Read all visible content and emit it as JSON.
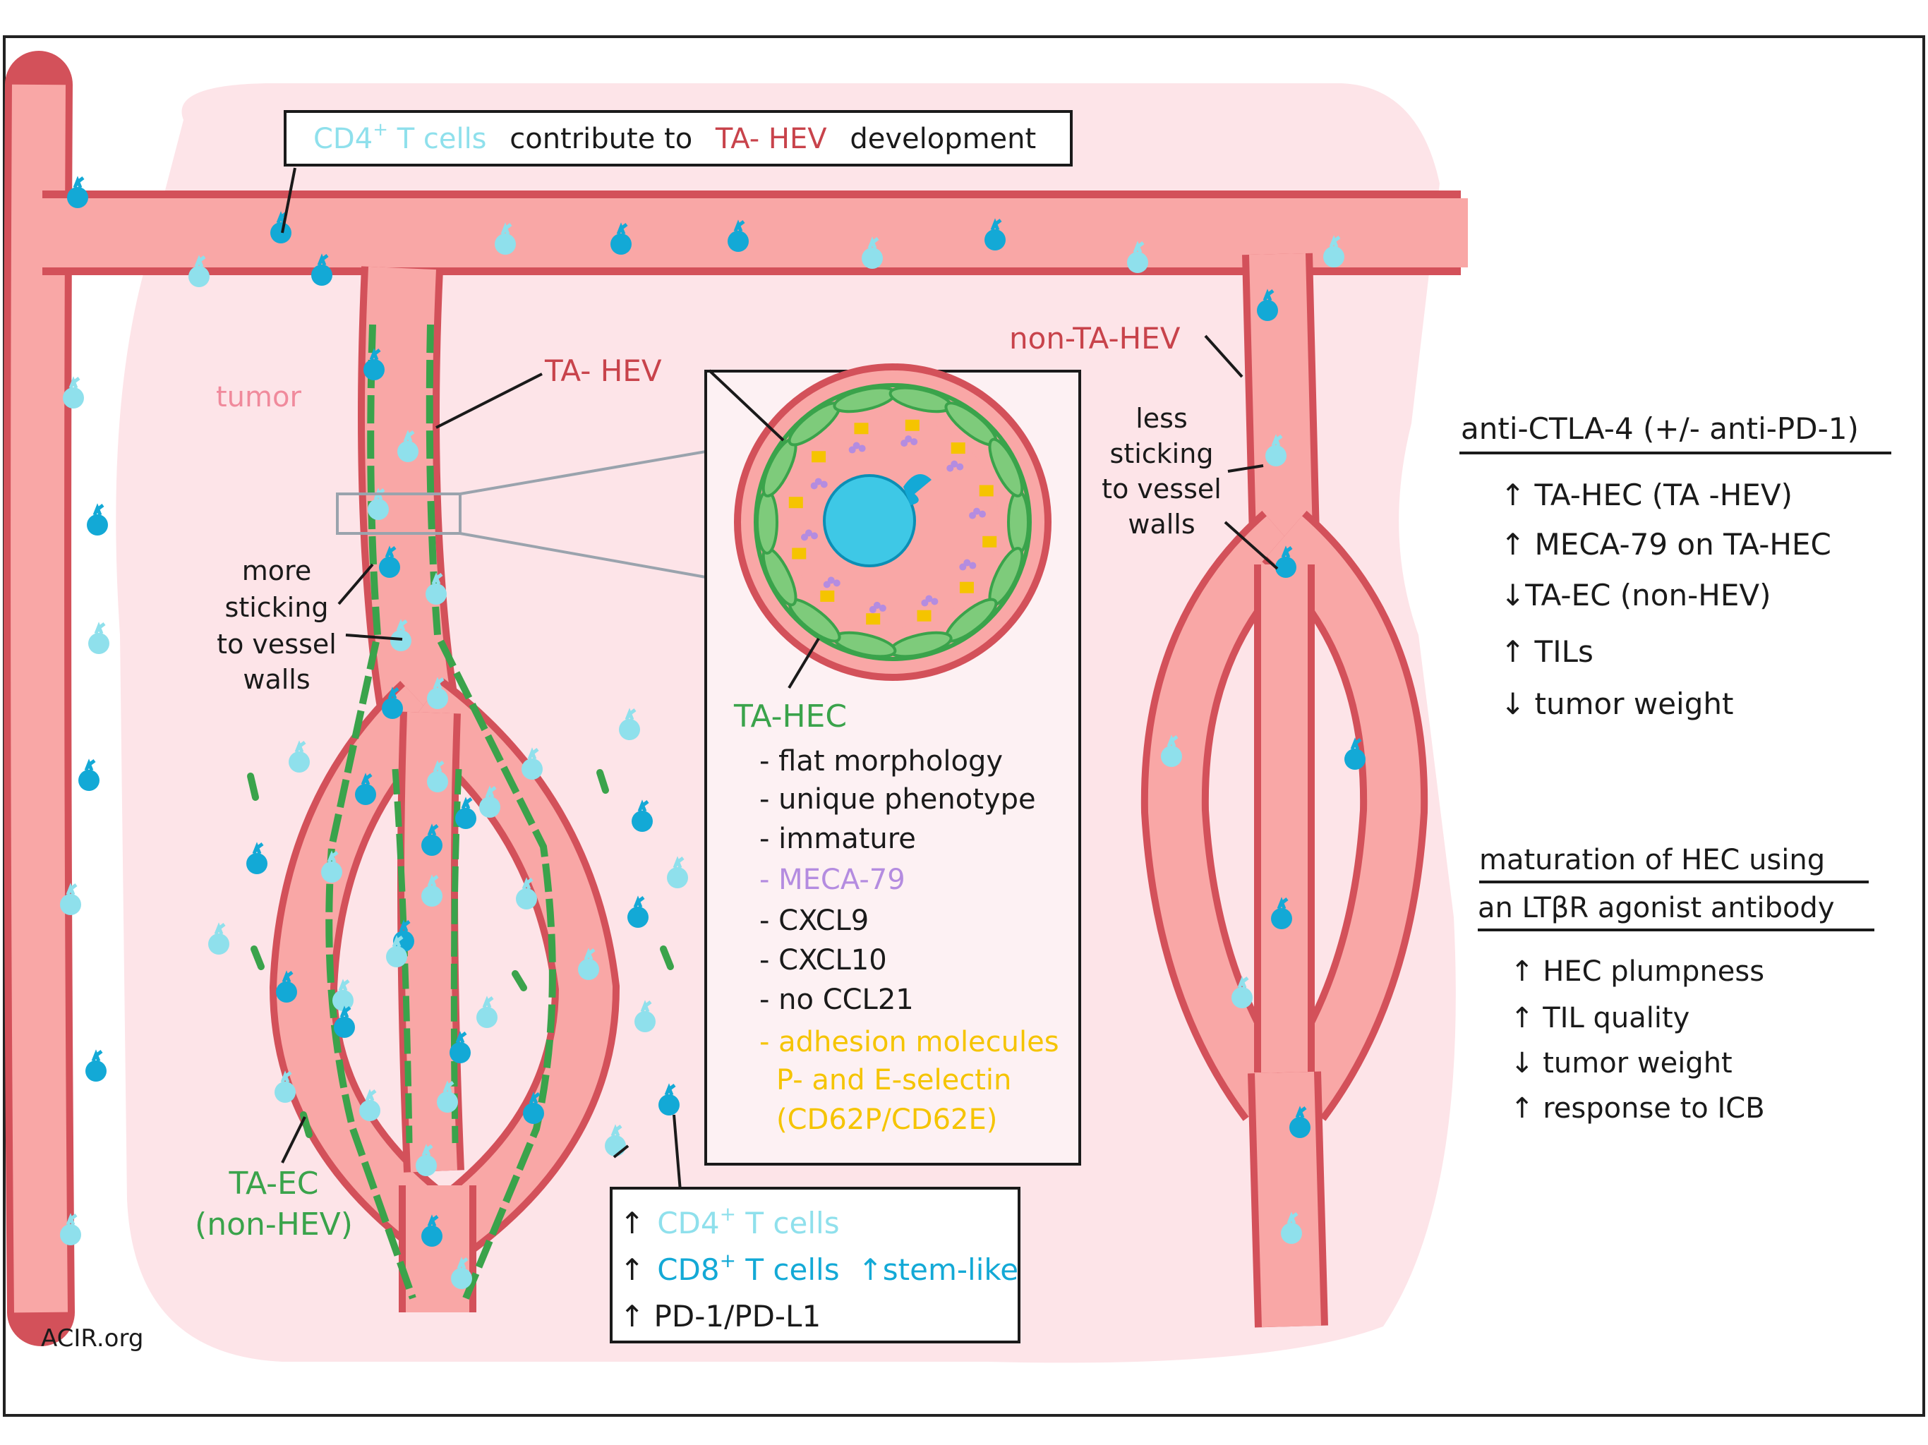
{
  "colors": {
    "tumor_bg": "#fde4e8",
    "vessel_fill": "#f9a7a6",
    "vessel_wall": "#d3515a",
    "hec_green": "#3aa34b",
    "hec_green_fill": "#7ecb7b",
    "cd4_cell": "#8fe0ec",
    "cd8_cell": "#13a9d6",
    "meca_purple": "#b48ce0",
    "adhesion_yellow": "#f5c400",
    "text_red": "#c8434b",
    "text_green": "#3aa34b",
    "text_pink": "#f08a9c",
    "text_black": "#1a1a1a",
    "box_line": "#1a1a1a",
    "zoom_line": "#9aa3ad"
  },
  "top_box": {
    "cd4": "CD4",
    "sup": "+",
    "tcells": " T cells",
    "contribute": "contribute to",
    "tahev": "TA- HEV",
    "development": "development"
  },
  "labels": {
    "tumor": "tumor",
    "ta_hev": "TA- HEV",
    "non_ta_hev": "non-TA-HEV",
    "more_sticking": [
      "more",
      "sticking",
      "to vessel",
      "walls"
    ],
    "less_sticking": [
      "less",
      "sticking",
      "to vessel",
      "walls"
    ],
    "ta_ec": [
      "TA-EC",
      "(non-HEV)"
    ],
    "credit": "ACIR.org"
  },
  "inset": {
    "ta_hec": "TA-HEC",
    "items": [
      {
        "text": "- flat morphology",
        "color": "black"
      },
      {
        "text": "- unique phenotype",
        "color": "black"
      },
      {
        "text": "- immature",
        "color": "black"
      },
      {
        "text": "- MECA-79",
        "color": "purple"
      },
      {
        "text": "- CXCL9",
        "color": "black"
      },
      {
        "text": "- CXCL10",
        "color": "black"
      },
      {
        "text": "- no CCL21",
        "color": "black"
      },
      {
        "text": "- adhesion molecules",
        "color": "yellow"
      },
      {
        "text": "P- and E-selectin",
        "color": "yellow"
      },
      {
        "text": "(CD62P/CD62E)",
        "color": "yellow"
      }
    ]
  },
  "bottom_box": {
    "line1_arrow": "↑",
    "line1_cd4": "CD4",
    "line1_sup": "+",
    "line1_tcells": " T cells",
    "line2_arrow": "↑",
    "line2_cd8": "CD8",
    "line2_sup": "+",
    "line2_tcells": " T cells",
    "line2_stem": "↑stem-like",
    "line3": "↑ PD-1/PD-L1"
  },
  "right_panel": {
    "ctla_title": "anti-CTLA-4 (+/- anti-PD-1)",
    "ctla_items": [
      "↑ TA-HEC  (TA -HEV)",
      "↑ MECA-79 on TA-HEC",
      "↓TA-EC  (non-HEV)",
      "↑ TILs",
      "↓ tumor weight"
    ],
    "ltbr_title_1": "maturation of  HEC using",
    "ltbr_title_2": "an LTβR agonist antibody",
    "ltbr_items": [
      "↑  HEC plumpness",
      "↑  TIL quality",
      "↓  tumor weight",
      "↑  response to ICB"
    ]
  }
}
